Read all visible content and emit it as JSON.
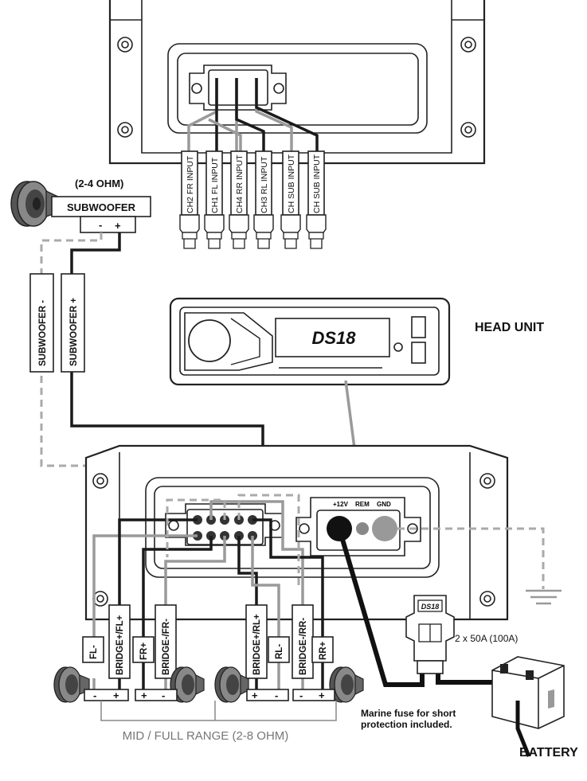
{
  "rca_inputs": [
    "CH2 FR INPUT",
    "CH1 FL INPUT",
    "CH4 RR INPUT",
    "CH3 RL INPUT",
    "CH SUB INPUT",
    "CH SUB INPUT"
  ],
  "subwoofer": {
    "impedance": "(2-4 OHM)",
    "label": "SUBWOOFER",
    "terminal_neg": "-",
    "terminal_pos": "+",
    "wire_neg": "SUBWOOFER -",
    "wire_pos": "SUBWOOFER +"
  },
  "head_unit": {
    "label": "HEAD UNIT",
    "brand": "DS18"
  },
  "power_terminals": {
    "plus12v": "+12V",
    "rem": "REM",
    "gnd": "GND"
  },
  "speaker_wires": [
    "FL-",
    "BRIDGE+/FL+",
    "FR+",
    "BRIDGE-/FR-",
    "BRIDGE+/RL+",
    "RL-",
    "BRIDGE-/RR-",
    "RR+"
  ],
  "speaker_terminals": {
    "neg": "-",
    "pos": "+"
  },
  "fuse": {
    "brand": "DS18",
    "rating": "2 x 50A (100A)",
    "note_line1": "Marine fuse for short",
    "note_line2": "protection included."
  },
  "battery": {
    "label": "BATTERY"
  },
  "mid_range": {
    "label": "MID / FULL RANGE (2-8 OHM)"
  },
  "colors": {
    "wire_black": "#1a1a1a",
    "wire_gray": "#9a9a9a",
    "wire_dashed": "#aaaaaa",
    "outline": "#222222"
  }
}
